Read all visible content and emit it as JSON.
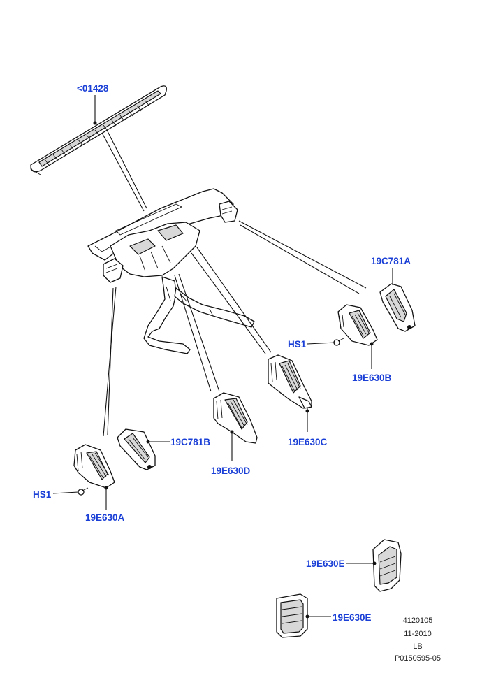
{
  "callouts": {
    "c01428": "<01428",
    "c19C781A": "19C781A",
    "cHS1_right": "HS1",
    "c19E630B": "19E630B",
    "c19E630C": "19E630C",
    "c19C781B": "19C781B",
    "c19E630D": "19E630D",
    "cHS1_left": "HS1",
    "c19E630A": "19E630A",
    "c19E630E_top": "19E630E",
    "c19E630E_bottom": "19E630E"
  },
  "meta": {
    "code": "4120105",
    "date": "11-2010",
    "side": "LB",
    "ref": "P0150595-05"
  },
  "colors": {
    "callout": "#1a3fd6",
    "linework": "#111111"
  }
}
